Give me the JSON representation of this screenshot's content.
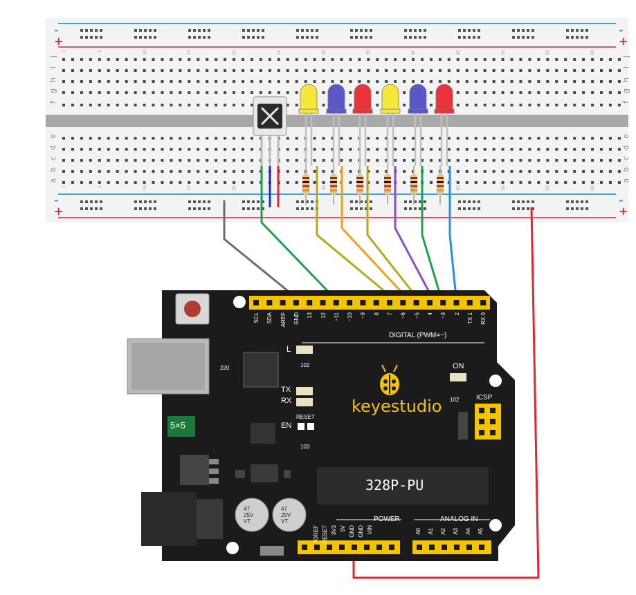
{
  "breadboard": {
    "row_letters_top": [
      "j",
      "i",
      "h",
      "g",
      "f"
    ],
    "row_letters_bottom": [
      "e",
      "d",
      "c",
      "b",
      "a"
    ],
    "column_numbers": [
      "1",
      "5",
      "10",
      "15",
      "20",
      "25",
      "30",
      "35",
      "40",
      "45",
      "50",
      "55",
      "60"
    ],
    "rail_minus": "-",
    "rail_plus": "+"
  },
  "leds": [
    {
      "color": "#f4e63a"
    },
    {
      "color": "#5a58c8"
    },
    {
      "color": "#e8343a"
    },
    {
      "color": "#f4e63a"
    },
    {
      "color": "#5a58c8"
    },
    {
      "color": "#e8343a"
    }
  ],
  "board": {
    "brand": "keyestudio",
    "chip": "328P-PU",
    "digital_label": "DIGITAL (PWM=~)",
    "power_label": "POWER",
    "analog_label": "ANALOG IN",
    "icsp": "ICSP",
    "on": "ON",
    "l": "L",
    "tx": "TX",
    "rx": "RX",
    "en": "EN",
    "reset": "RESET",
    "fuse": "5×5",
    "cap1": "47\n25V\nVT",
    "cap2": "47\n25V\nVT",
    "res_102_a": "102",
    "res_102_b": "102",
    "res_103": "103",
    "res_220": "220",
    "top_pins": [
      "SCL",
      "SDA",
      "AREF",
      "GND",
      "13",
      "12",
      "~11",
      "~10",
      "~9",
      "8",
      "7",
      "~6",
      "~5",
      "4",
      "~3",
      "2",
      "TX 1",
      "RX 0"
    ],
    "power_pins": [
      "IOREF",
      "RESET",
      "3V3",
      "5V",
      "GND",
      "GND",
      "VIN"
    ],
    "analog_pins": [
      "A0",
      "A1",
      "A2",
      "A3",
      "A4",
      "A5"
    ]
  },
  "wire_colors": {
    "gray": "#6b6b6b",
    "green": "#1ea14a",
    "olive": "#b4a81e",
    "orange": "#f0a01e",
    "purple": "#8e4ec6",
    "blue": "#2a8fd8",
    "red": "#e0262e",
    "navy": "#2030a8"
  }
}
